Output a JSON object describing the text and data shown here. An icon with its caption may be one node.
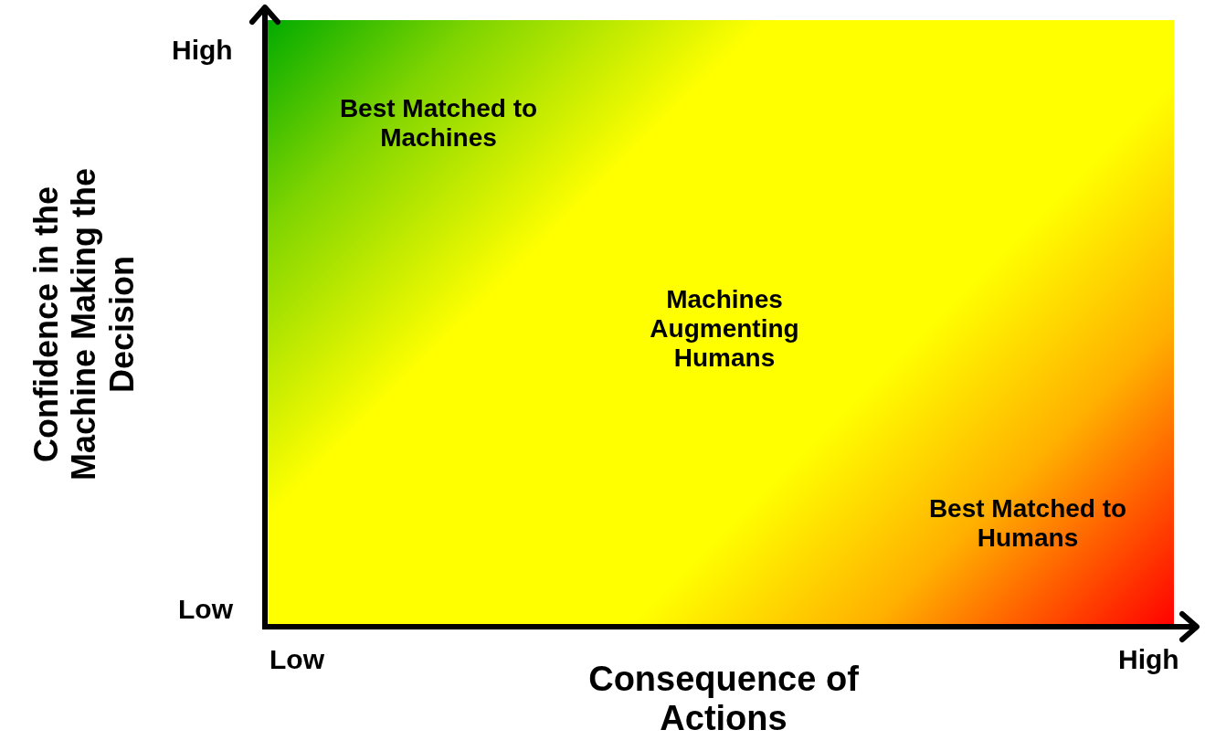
{
  "diagram": {
    "labels": [
      "High",
      "Best Matched to Machines",
      "Machines Augmenting Humans",
      "Confidence in the Machine Making the Decision",
      "Best Matched to Humans",
      "Low",
      "Low",
      "High",
      "Consequence of Actions"
    ]
  }
}
